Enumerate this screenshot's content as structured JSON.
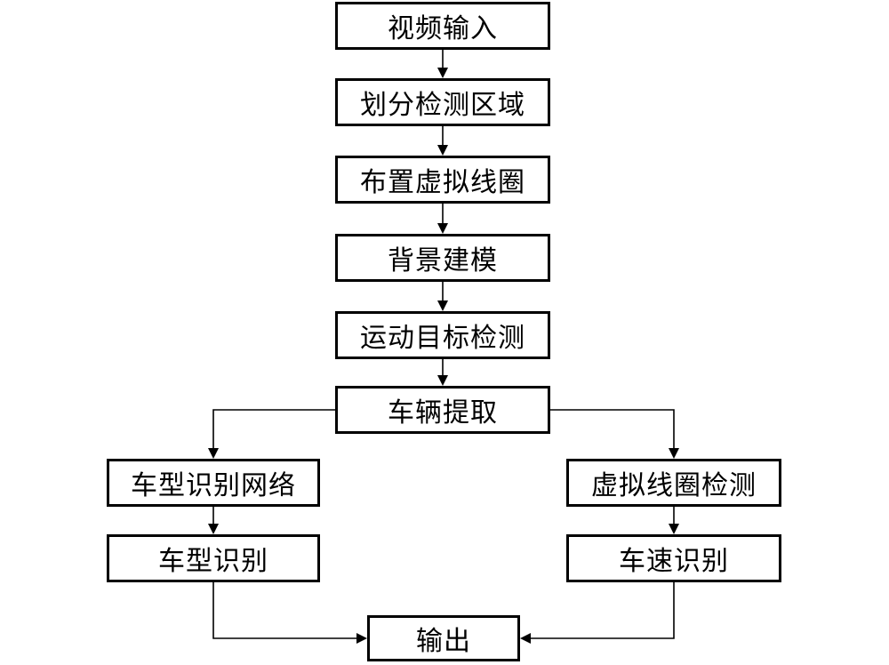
{
  "diagram": {
    "nodes": [
      {
        "id": "video",
        "label": "视频输入"
      },
      {
        "id": "region",
        "label": "划分检测区域"
      },
      {
        "id": "coil",
        "label": "布置虚拟线圈"
      },
      {
        "id": "bg",
        "label": "背景建模"
      },
      {
        "id": "motion",
        "label": "运动目标检测"
      },
      {
        "id": "extract",
        "label": "车辆提取"
      },
      {
        "id": "typenet",
        "label": "车型识别网络"
      },
      {
        "id": "coildet",
        "label": "虚拟线圈检测"
      },
      {
        "id": "typerec",
        "label": "车型识别"
      },
      {
        "id": "speedrec",
        "label": "车速识别"
      },
      {
        "id": "output",
        "label": "输出"
      }
    ],
    "edges": [
      {
        "from": "video",
        "to": "region"
      },
      {
        "from": "region",
        "to": "coil"
      },
      {
        "from": "coil",
        "to": "bg"
      },
      {
        "from": "bg",
        "to": "motion"
      },
      {
        "from": "motion",
        "to": "extract"
      },
      {
        "from": "extract",
        "to": "typenet"
      },
      {
        "from": "extract",
        "to": "coildet"
      },
      {
        "from": "typenet",
        "to": "typerec"
      },
      {
        "from": "coildet",
        "to": "speedrec"
      },
      {
        "from": "typerec",
        "to": "output"
      },
      {
        "from": "speedrec",
        "to": "output"
      }
    ]
  }
}
